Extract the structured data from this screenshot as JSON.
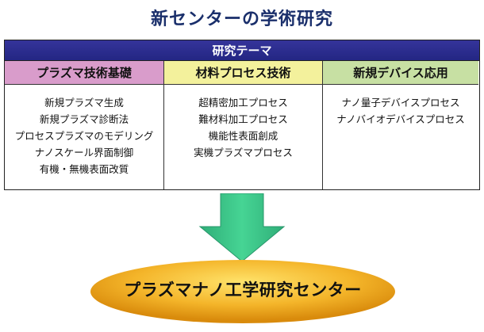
{
  "title": "新センターの学術研究",
  "theme_header": "研究テーマ",
  "columns": [
    {
      "heading": "プラズマ技術基礎",
      "color": "#d99ccb",
      "items": [
        "新規プラズマ生成",
        "新規プラズマ診断法",
        "プロセスプラズマのモデリング",
        "ナノスケール界面制御",
        "有機・無機表面改質"
      ]
    },
    {
      "heading": "材料プロセス技術",
      "color": "#f3f19c",
      "items": [
        "超精密加工プロセス",
        "難材料加工プロセス",
        "機能性表面創成",
        "実機プラズマプロセス"
      ]
    },
    {
      "heading": "新規デバイス応用",
      "color": "#c7e0a3",
      "items": [
        "ナノ量子デバイスプロセス",
        "ナノバイオデバイスプロセス"
      ]
    }
  ],
  "center": "プラズマナノ工学研究センター",
  "colors": {
    "title": "#1a2f6b",
    "header_bg": "#2a2c8c",
    "arrow": "#3cc38a",
    "ellipse": "#f0a21a"
  }
}
